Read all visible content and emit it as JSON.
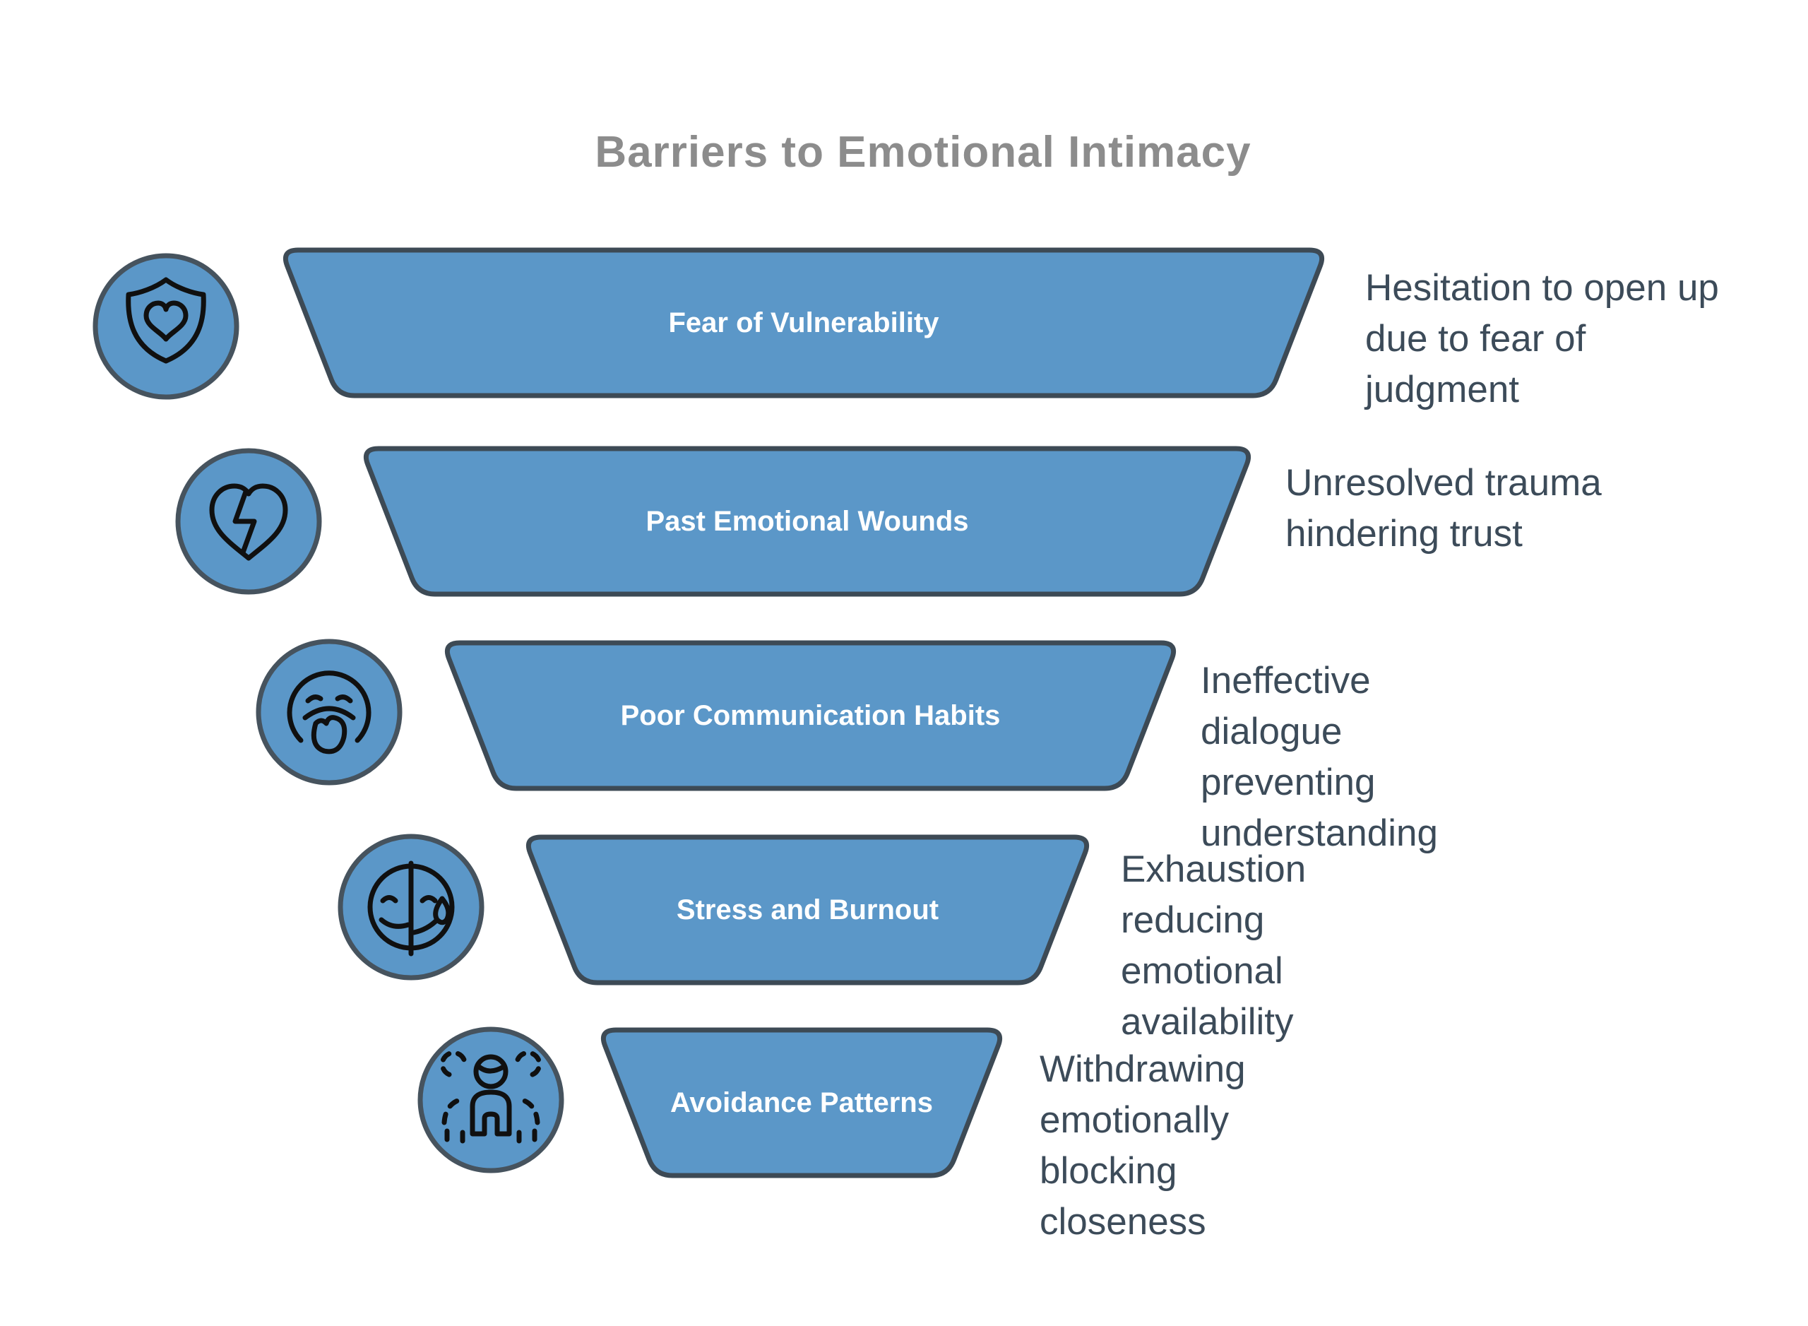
{
  "title": "Barriers to Emotional Intimacy",
  "funnel": {
    "rows": [
      {
        "label": "Fear of Vulnerability",
        "description": "Hesitation to open up due to fear of judgment",
        "icon": "shield-heart-icon"
      },
      {
        "label": "Past Emotional Wounds",
        "description": "Unresolved trauma hindering trust",
        "icon": "broken-heart-icon"
      },
      {
        "label": "Poor Communication Habits",
        "description": "Ineffective dialogue preventing understanding",
        "icon": "yawning-face-icon"
      },
      {
        "label": "Stress and Burnout",
        "description": "Exhaustion reducing emotional availability",
        "icon": "half-sad-face-icon"
      },
      {
        "label": "Avoidance Patterns",
        "description": "Withdrawing emotionally blocking closeness",
        "icon": "person-avoidance-icon"
      }
    ]
  },
  "colors": {
    "funnel_fill": "#5b97c8",
    "funnel_border": "#3d4a55",
    "circle_border": "#46535e",
    "icon_stroke": "#101010",
    "title": "#8c8c8c",
    "description": "#3c4b59",
    "segment_label": "#ffffff",
    "background": "#ffffff"
  }
}
